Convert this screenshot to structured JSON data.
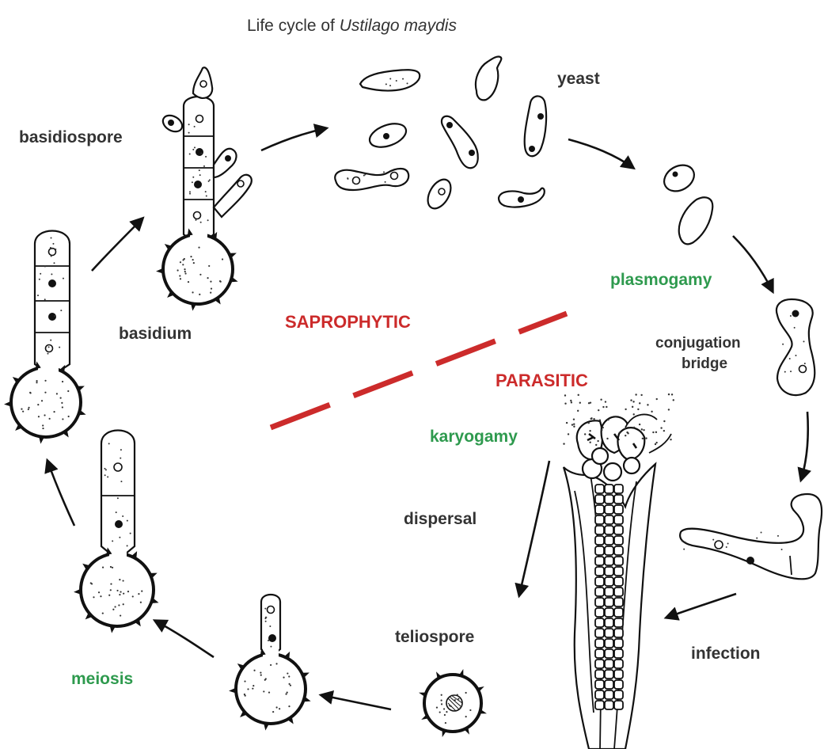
{
  "title": {
    "prefix": "Life cycle of ",
    "species": "Ustilago maydis"
  },
  "colors": {
    "green": "#2e9a4e",
    "red": "#cc2b2b",
    "text": "#333333"
  },
  "labels": {
    "basidiospore": "basidiospore",
    "yeast": "yeast",
    "plasmogamy": "plasmogamy",
    "conjugation_bridge_line1": "conjugation",
    "conjugation_bridge_line2": "bridge",
    "basidium": "basidium",
    "saprophytic": "SAPROPHYTIC",
    "parasitic": "PARASITIC",
    "karyogamy": "karyogamy",
    "dispersal": "dispersal",
    "teliospore": "teliospore",
    "infection": "infection",
    "meiosis": "meiosis"
  }
}
